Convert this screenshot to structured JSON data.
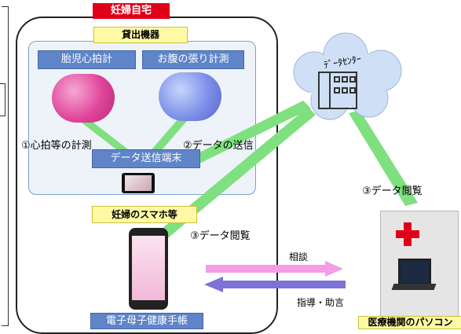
{
  "home": {
    "tag": "妊婦自宅"
  },
  "lending": {
    "label": "貸出機器",
    "fetal_monitor": "胎児心拍計",
    "belly_monitor": "お腹の張り計測",
    "transmitter": "データ送信端末"
  },
  "steps": {
    "heart_measure": "①心拍等の計測",
    "data_send": "②データの送信",
    "data_view_phone": "③データ閲覧",
    "data_view_hospital": "③データ閲覧"
  },
  "smartphone": {
    "label": "妊婦のスマホ等",
    "app": "電子母子健康手帳"
  },
  "datacenter": {
    "label": "データセンター",
    "handwritten_label": "ﾃﾞｰﾀｾﾝﾀｰ"
  },
  "communication": {
    "consult": "相談",
    "advice": "指導・助言"
  },
  "hospital": {
    "label": "医療機関のパソコン"
  },
  "colors": {
    "home_tag": "#e00018",
    "lending_button": "#5f84c8",
    "yellow_label": "#fff9a6",
    "link_green": "#7fe07f",
    "arrow_pink": "#f59ce5",
    "arrow_purple": "#7d72d6"
  }
}
